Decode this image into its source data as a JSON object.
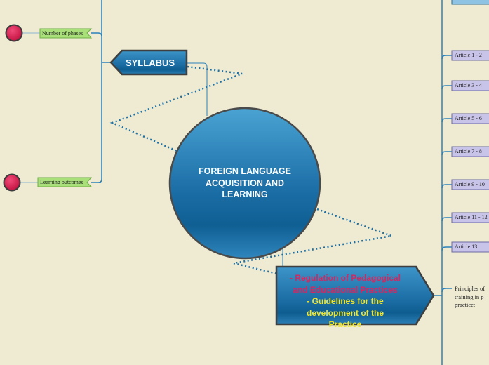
{
  "central_topic": {
    "line1": "FOREIGN LANGUAGE",
    "line2": "ACQUISITION AND",
    "line3": "LEARNING"
  },
  "syllabus": {
    "label": "SYLLABUS"
  },
  "left_branches": [
    {
      "label": "Number of phases"
    },
    {
      "label": "Learning outcomes"
    }
  ],
  "regulation": {
    "line1": "- Regulation of Pedagogical",
    "line2": "and Educational Practices",
    "line3": "- Guidelines for the",
    "line4": "development of the",
    "line5": "Practice"
  },
  "articles": [
    {
      "label": "Article 1 - 2"
    },
    {
      "label": "Article 3 - 4"
    },
    {
      "label": "Article 5 - 6"
    },
    {
      "label": "Article 7 - 8"
    },
    {
      "label": "Article 9 - 10"
    },
    {
      "label": "Article 11 - 12"
    },
    {
      "label": "Article 13"
    }
  ],
  "principles": {
    "text": "Principles of\ntraining in p\npractice:"
  },
  "colors": {
    "background": "#eeebd2",
    "node_blue": "#1f6fa3",
    "leaf_green": "#a9e07a",
    "article_purple": "#c8c3e8",
    "marker_red": "#d2174a",
    "pink_text": "#d7265f",
    "yellow_text": "#f2e62a"
  }
}
